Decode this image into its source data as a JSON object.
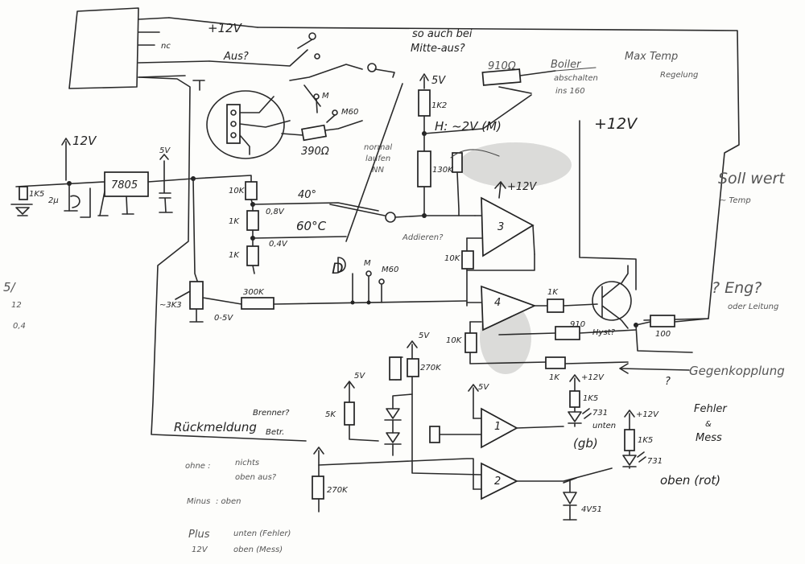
{
  "labels": {
    "plus12v_top": "+12V",
    "nc": "nc",
    "aus_q": "Aus?",
    "so_auch": "so auch bei",
    "mitte_aus": "Mitte-aus?",
    "r910": "910Ω",
    "boiler_line1": "Boiler",
    "boiler_line2": "abschalten",
    "boiler_line3": "ins 160",
    "max_temp_line1": "Max Temp",
    "max_temp_line2": "Regelung",
    "m": "M",
    "m60": "M60",
    "r390": "390Ω",
    "plus5v_a": "5V",
    "r1k2": "1K2",
    "hi_2v": "H: ~2V (M)",
    "normal_line1": "normal",
    "normal_line2": "laufen",
    "normal_line3": "NN",
    "r130k": "130K",
    "plus12v_right": "+12V",
    "plus12v_left": "12V",
    "plus5v_b": "5V",
    "r1k5_led": "1K5",
    "c_2u": "2µ",
    "reg_7805": "7805",
    "r10k_a": "10K",
    "t40": "40°",
    "v08": "0,8V",
    "r1k_a": "1K",
    "t60": "60°C",
    "v04": "0,4V",
    "r1k_b": "1K",
    "adden": "Addieren?",
    "opamp3": "3",
    "plus12v_op3": "+12V",
    "soll_wert_line1": "Soll wert",
    "soll_wert_line2": "~ Temp",
    "d_label": "D",
    "m_b": "M",
    "m60_b": "M60",
    "r10k_b": "10K",
    "pot_3k3": "~3K3",
    "v0_5": "0-5V",
    "r300k": "300K",
    "opamp4": "4",
    "r1k_c": "1K",
    "side_12": "12",
    "side_5": "5/",
    "side_04": "0,4",
    "r910_b": "910",
    "hyst": "Hyst?",
    "r100": "100",
    "eng_q": "? Eng?",
    "eng_sub": "oder Leitung",
    "r10k_c": "10K",
    "plus5v_c": "5V",
    "r270k": "270K",
    "r1k_d": "1K",
    "gegenkopplung": "Gegenkopplung",
    "q_mark": "?",
    "plus5v_d": "5V",
    "plus5v_e": "5V",
    "r5k": "5K",
    "opamp1": "1",
    "plus12v_led1": "+12V",
    "r1k5_a": "1K5",
    "led_731": "731",
    "unten": "unten",
    "gb": "(gb)",
    "fehler_line1": "Fehler",
    "fehler_line2": "&",
    "fehler_line3": "Mess",
    "plus12v_led2": "+12V",
    "r1k5_b": "1K5",
    "led_731b": "731",
    "oben_rot": "oben (rot)",
    "ruckmeldung": "Rückmeldung",
    "brenner": "Brenner?",
    "betrieb": "Betr.",
    "opamp2": "2",
    "r270k_b": "270K",
    "zener": "4V51",
    "ohne": "ohne :",
    "ohne_val": "nichts",
    "ohne_sub": "oben aus?",
    "minus": "Minus",
    "minus_sub": ": oben",
    "plus": "Plus",
    "plus_12": "12V",
    "plus_sub1": "unten (Fehler)",
    "plus_sub2": "oben (Mess)",
    "r1k5_left": "1K5"
  }
}
